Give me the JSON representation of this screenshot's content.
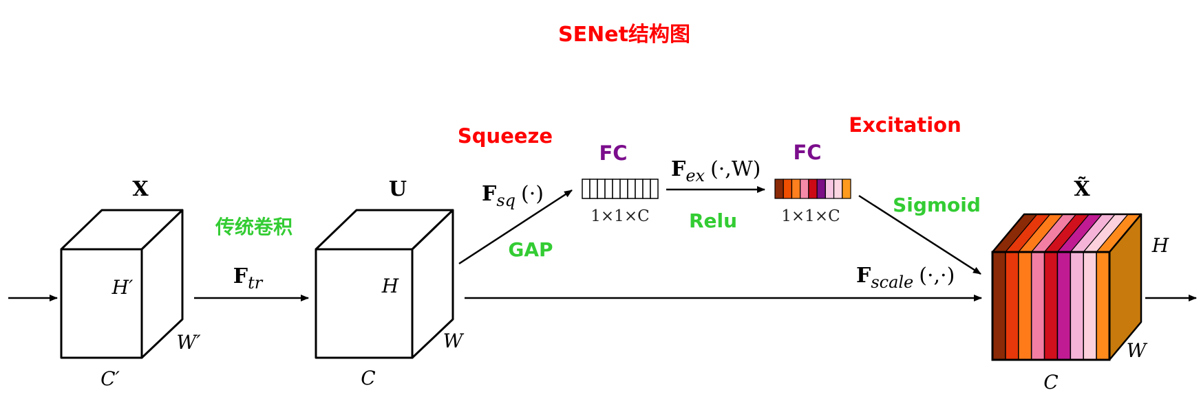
{
  "title": "SENet结构图",
  "labels": {
    "squeeze": "Squeeze",
    "excitation": "Excitation",
    "conv": "传统卷积",
    "gap": "GAP",
    "relu": "Relu",
    "sigmoid": "Sigmoid",
    "fc1": "FC",
    "fc2": "FC"
  },
  "tensors": {
    "x": {
      "name": "X",
      "height": "H′",
      "width": "W′",
      "channels": "C′"
    },
    "u": {
      "name": "U",
      "height": "H",
      "width": "W",
      "channels": "C"
    },
    "xt": {
      "name": "X̃",
      "height": "H",
      "width": "W",
      "channels": "C"
    }
  },
  "ops": {
    "ftr": {
      "main": "F",
      "sub": "tr"
    },
    "fsq": {
      "main": "F",
      "sub": "sq",
      "arg": "(·)"
    },
    "fex": {
      "main": "F",
      "sub": "ex",
      "arg": "(·,W)"
    },
    "fscale": {
      "main": "F",
      "sub": "scale",
      "arg": "(·,·)"
    }
  },
  "vectors": {
    "v1": {
      "dims": "1×1×C",
      "cells": 10
    },
    "v2": {
      "dims": "1×1×C",
      "colors": [
        "#8b2a06",
        "#f04e00",
        "#ff7f1f",
        "#f48aa8",
        "#cc0a16",
        "#7a0f86",
        "#f6c6e2",
        "#fcd6e2",
        "#ff9a1e"
      ]
    }
  },
  "output_stripes": [
    "#8b2a06",
    "#e6380a",
    "#ff7b1a",
    "#f27ea3",
    "#d0101c",
    "#c01b93",
    "#f5b3d8",
    "#fcd0dc",
    "#ff8a1c"
  ],
  "output_side_color": "#c87a0c"
}
